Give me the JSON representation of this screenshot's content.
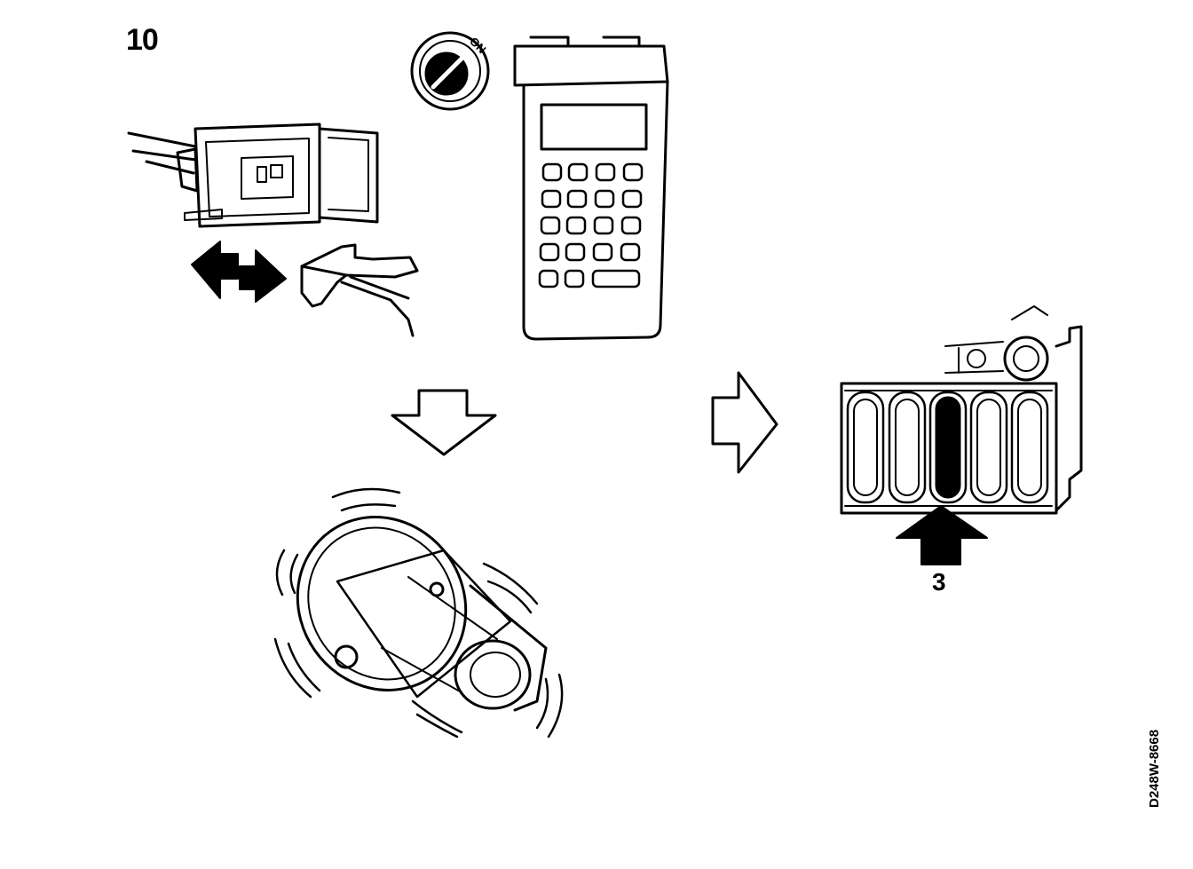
{
  "step_number": "10",
  "ignition_label": "ON",
  "callout_number": "3",
  "figure_code": "D248W-8668",
  "colors": {
    "ink": "#000000",
    "paper": "#ffffff"
  },
  "icons": [
    "ignition-switch-icon",
    "connector-icon",
    "scan-tool-icon",
    "double-arrow-icon",
    "hollow-arrow-down-icon",
    "hollow-arrow-right-icon",
    "motor-icon",
    "fuse-block-icon",
    "solid-arrow-up-icon"
  ]
}
